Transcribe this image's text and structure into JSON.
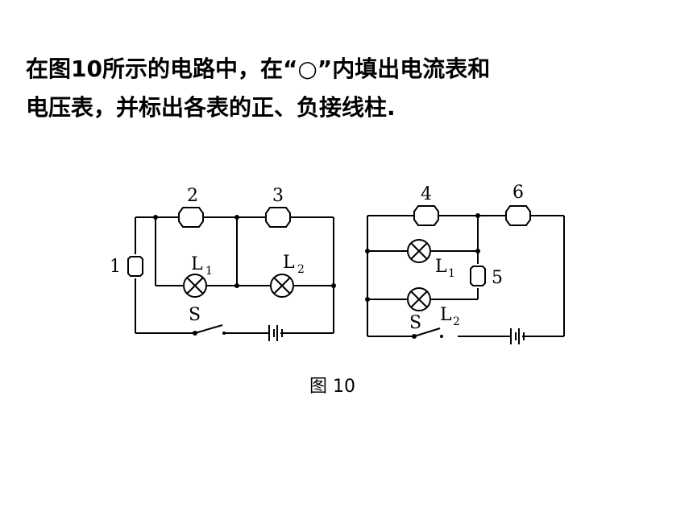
{
  "question": {
    "line1": "在图10所示的电路中，在“○”内填出电流表和",
    "line2": "电压表，并标出各表的正、负接线柱."
  },
  "diagram": {
    "left": {
      "meters": [
        "1",
        "2",
        "3"
      ],
      "lamp1": {
        "letter": "L",
        "sub": "1"
      },
      "lamp2": {
        "letter": "L",
        "sub": "2"
      },
      "switch": "S"
    },
    "right": {
      "meters": [
        "4",
        "5",
        "6"
      ],
      "lamp1": {
        "letter": "L",
        "sub": "1"
      },
      "lamp2": {
        "letter": "L",
        "sub": "2"
      },
      "switch": "S"
    },
    "caption": "图 10"
  }
}
